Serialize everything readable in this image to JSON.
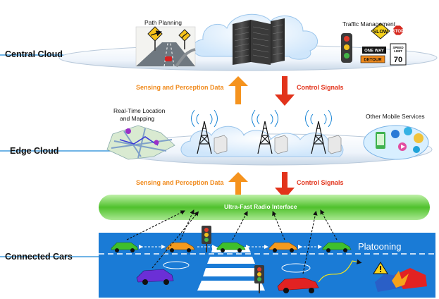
{
  "tiers": {
    "central": "Central Cloud",
    "edge": "Edge Cloud",
    "cars": "Connected Cars"
  },
  "central_labels": {
    "path_planning": "Path Planning",
    "traffic_management": "Traffic Management"
  },
  "edge_labels": {
    "location_line1": "Real-Time Location",
    "location_line2": "and Mapping",
    "mobile_services": "Other Mobile Services"
  },
  "flows": {
    "up_1": "Sensing and Perception Data",
    "down_1": "Control Signals",
    "up_2": "Sensing and Perception Data",
    "down_2": "Control Signals"
  },
  "radio": "Ultra-Fast Radio Interface",
  "platooning": "Platooning",
  "signs": {
    "slow": "SLOW",
    "stop": "STOP",
    "one_way": "ONE WAY",
    "detour": "DETOUR",
    "speed_top": "SPEED",
    "speed_mid": "LIMIT",
    "speed_num": "70"
  },
  "colors": {
    "orange_arrow": "#f5931e",
    "red_arrow": "#e2331b",
    "road": "#1a7bd6",
    "radio_band": "#5ecb3a",
    "cloud": "#dfefff"
  }
}
